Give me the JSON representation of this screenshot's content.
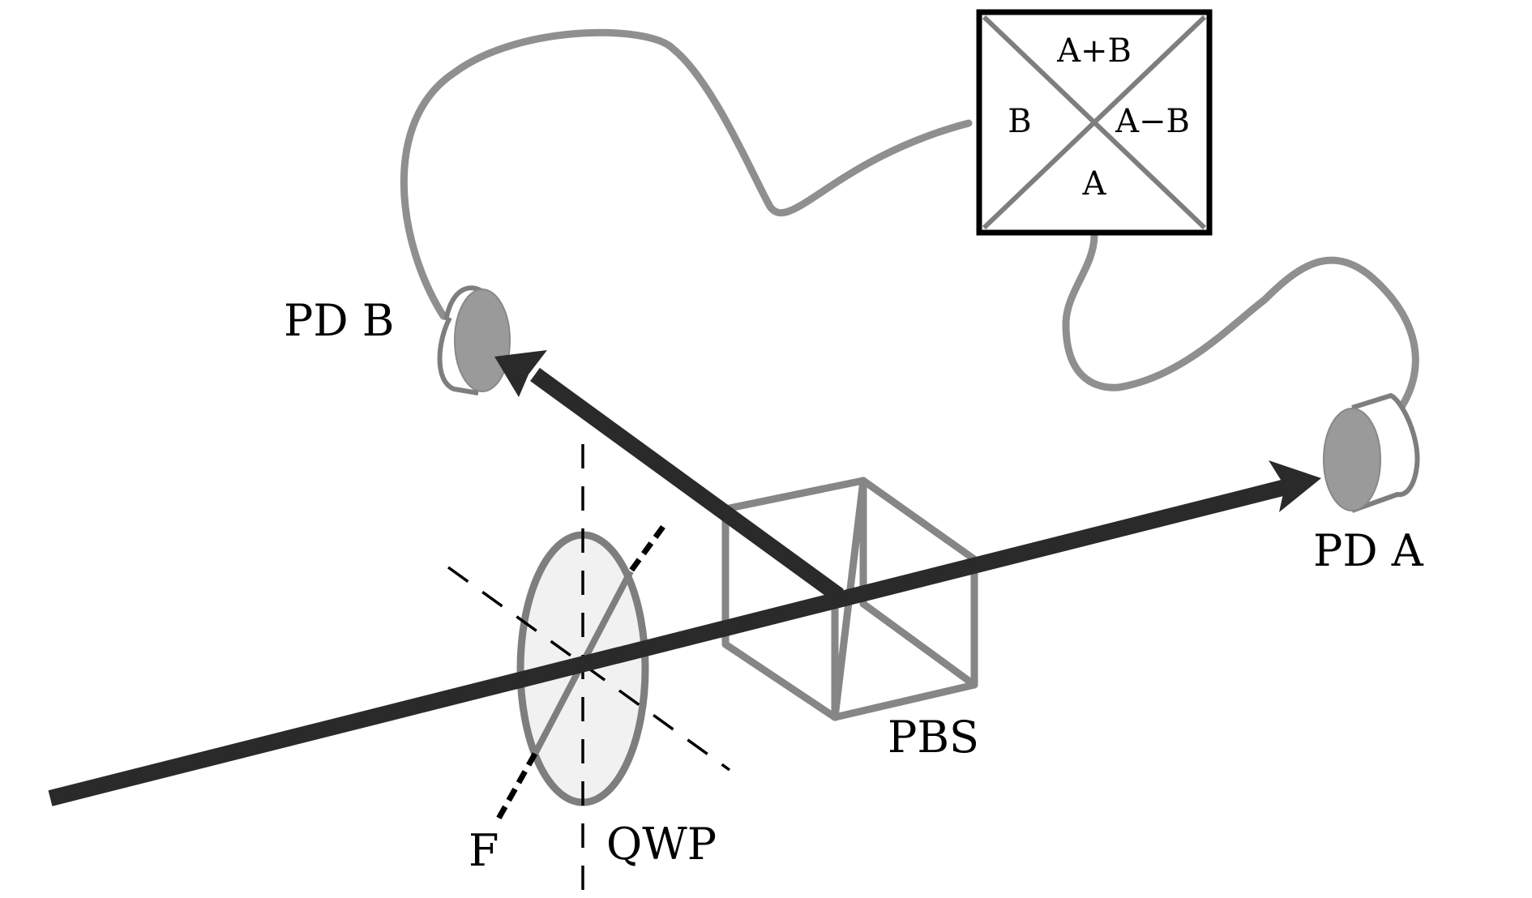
{
  "figure": {
    "title": "Balanced polarization detection setup",
    "components": {
      "photodiode_a": {
        "label": "PD A"
      },
      "photodiode_b": {
        "label": "PD B"
      },
      "beam_splitter": {
        "label": "PBS"
      },
      "wave_plate": {
        "label": "QWP"
      },
      "fast_axis": {
        "label": "F"
      },
      "quad_detector": {
        "top": "A+B",
        "left": "B",
        "right": "A−B",
        "bottom": "A"
      }
    },
    "colors": {
      "beam": "#2a2a2a",
      "cable": "#8f8f8f",
      "component_outline": "#868686",
      "detector_face": "#9a9a9a",
      "waveplate_fill": "#f1f1f1",
      "box_border": "#000000"
    }
  }
}
